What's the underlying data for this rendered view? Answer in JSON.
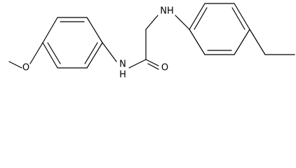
{
  "structure": {
    "atom_labels": {
      "amine_nh": "NH",
      "amide_nh": "N\nH",
      "amide_n": "N",
      "amide_h": "H",
      "carbonyl_o": "O",
      "methoxy_o": "O"
    },
    "colors": {
      "bond": "#000000",
      "background": "#ffffff"
    }
  }
}
